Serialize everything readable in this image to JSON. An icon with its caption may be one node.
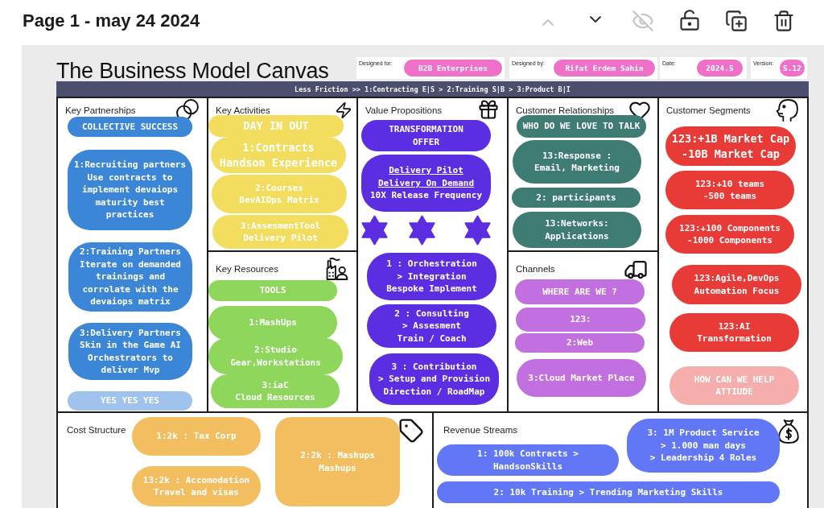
{
  "diagram": {
    "title": "The Business Model Canvas",
    "nodes": [
      {
        "text": [
          "Designed for:"
        ]
      },
      {
        "text": [
          "B2B Enterprises"
        ],
        "in": 0
      },
      {
        "text": [
          "Designed by:"
        ]
      },
      {
        "text": [
          "Rifat Erdem Sahin"
        ],
        "in": 2
      },
      {
        "text": [
          "Date:"
        ]
      },
      {
        "text": [
          "2024.5"
        ],
        "in": 4
      },
      {
        "text": [
          "Version:"
        ]
      },
      {
        "text": [
          "5.12"
        ],
        "in": 6
      },
      {
        "text": [
          "Less Friction >> 1:Contracting E|S > 2:Training S|B > 3:Product B|I"
        ]
      },
      {
        "text": [
          "Key Partnerships"
        ]
      },
      {
        "text": [
          "COLLECTIVE SUCCESS"
        ],
        "in": 9
      },
      {
        "text": [
          "1:Recruiting partners Use contracts to implement devaiops maturity best practices"
        ],
        "in": 9
      },
      {
        "text": [
          "2:Training Partners Iterate on demanded trainings and corrolate with the devaiops matrix"
        ],
        "in": 9
      },
      {
        "text": [
          "3:Delivery Partners Skin in the Game AI Orchestrators to deliver Mvp"
        ],
        "in": 9
      },
      {
        "text": [
          "YES YES YES"
        ],
        "in": 9
      },
      {
        "text": [
          "Key Activities"
        ]
      },
      {
        "text": [
          "DAY IN OUT"
        ],
        "in": 15
      },
      {
        "text": [
          "1:Contracts Handson Experience"
        ],
        "in": 15
      },
      {
        "text": [
          "2:Courses DevAIOps Matrix"
        ],
        "in": 15
      },
      {
        "text": [
          "3:AssesmentTool Delivery Pilot"
        ],
        "in": 15
      },
      {
        "text": [
          "Key Resources"
        ]
      },
      {
        "text": [
          "TOOLS"
        ],
        "in": 20
      },
      {
        "text": [
          "1:MashUps"
        ],
        "in": 20
      },
      {
        "text": [
          "2:Studio Gear,Workstations"
        ],
        "in": 20
      },
      {
        "text": [
          "3:iaC Cloud Resources"
        ],
        "in": 20
      },
      {
        "text": [
          "Value Propositions"
        ]
      },
      {
        "text": [
          "TRANSFORMATION OFFER"
        ],
        "in": 25
      },
      {
        "text": [
          "Delivery Pilot Delivery On Demand",
          "10X Release Frequency"
        ],
        "in": 25
      },
      {
        "text": [
          "1 : Orchestration > Integration Bespoke Implement"
        ],
        "in": 25
      },
      {
        "text": [
          "2 : Consulting > Assesment Train / Coach"
        ],
        "in": 25
      },
      {
        "text": [
          "3 : Contribution > Setup and Provision Direction / RoadMap"
        ],
        "in": 25
      },
      {
        "text": [
          "Customer Relationships"
        ]
      },
      {
        "text": [
          "WHO DO WE LOVE TO TALK"
        ],
        "in": 31
      },
      {
        "text": [
          "13:Response : Email, Marketing"
        ],
        "in": 31
      },
      {
        "text": [
          "2: participants"
        ],
        "in": 31
      },
      {
        "text": [
          "13:Networks: Applications"
        ],
        "in": 31
      },
      {
        "text": [
          "Channels"
        ]
      },
      {
        "text": [
          "WHERE ARE WE ?"
        ],
        "in": 36
      },
      {
        "text": [
          "123:"
        ],
        "in": 36
      },
      {
        "text": [
          "2:Web"
        ],
        "in": 36
      },
      {
        "text": [
          "3:Cloud Market Place"
        ],
        "in": 36
      },
      {
        "text": [
          "Customer Segments"
        ]
      },
      {
        "text": [
          "123:+1B Market Cap -10B Market Cap"
        ],
        "in": 41
      },
      {
        "text": [
          "123:+10 teams -500 teams"
        ],
        "in": 41
      },
      {
        "text": [
          "123:+100 Components -1000 Components"
        ],
        "in": 41
      },
      {
        "text": [
          "123:Agile,DevOps Automation Focus"
        ],
        "in": 41
      },
      {
        "text": [
          "123:AI Transformation"
        ],
        "in": 41
      },
      {
        "text": [
          "HOW CAN WE HELP ATTIUDE"
        ],
        "in": 41
      },
      {
        "text": [
          "Cost Structure"
        ]
      },
      {
        "text": [
          "1:2k : Tax Corp"
        ],
        "in": 48
      },
      {
        "text": [
          "13:2k : Accomodation Travel and visas"
        ],
        "in": 48
      },
      {
        "text": [
          "2:2k : Mashups Mashups"
        ],
        "in": 48
      },
      {
        "text": [
          "Revenue Streams"
        ]
      },
      {
        "text": [
          "1: 100k Contracts > HandsonSkills"
        ],
        "in": 52
      },
      {
        "text": [
          "3: 1M Product Service > 1.000 man days > Leadership 4 Roles"
        ],
        "in": 52
      },
      {
        "text": [
          "2: 10k Training > Trending Marketing Skills"
        ],
        "in": 52
      }
    ],
    "labels": [
      "Page 1 - may 24 2024"
    ]
  }
}
